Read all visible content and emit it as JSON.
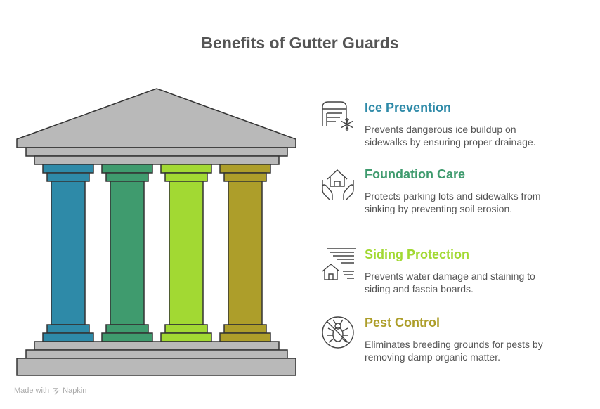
{
  "title": "Benefits of Gutter Guards",
  "colors": {
    "ice": "#2e8aa8",
    "foundation": "#3f9b6e",
    "siding": "#a2d933",
    "pest": "#ad9e2a",
    "stone": "#b9b9b9",
    "outline": "#333333"
  },
  "benefits": [
    {
      "heading": "Ice Prevention",
      "description": "Prevents dangerous ice buildup on sidewalks by ensuring proper drainage.",
      "icon": "ice-icon",
      "color": "#2e8aa8"
    },
    {
      "heading": "Foundation Care",
      "description": "Protects parking lots and sidewalks from sinking by preventing soil erosion.",
      "icon": "house-hands-icon",
      "color": "#3f9b6e"
    },
    {
      "heading": "Siding Protection",
      "description": "Prevents water damage and staining to siding and fascia boards.",
      "icon": "house-wind-icon",
      "color": "#a2d933"
    },
    {
      "heading": "Pest Control",
      "description": "Eliminates breeding grounds for pests by removing damp organic matter.",
      "icon": "no-bug-icon",
      "color": "#ad9e2a"
    }
  ],
  "footer": {
    "made_with": "Made with",
    "brand": "Napkin"
  }
}
